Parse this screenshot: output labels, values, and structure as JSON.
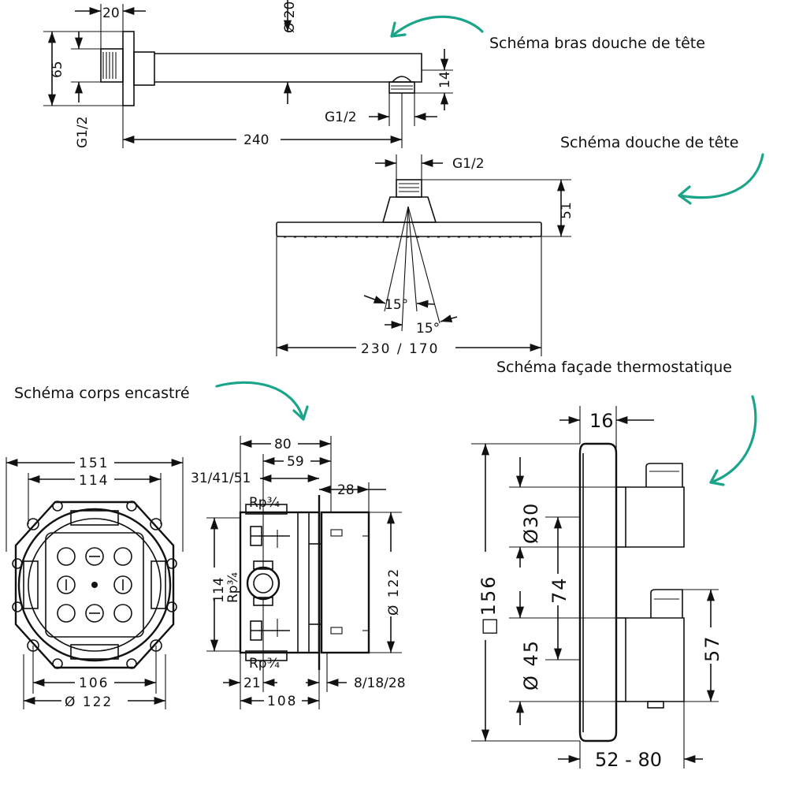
{
  "captions": {
    "arm": "Schéma bras douche de tête",
    "head": "Schéma douche de tête",
    "facade": "Schéma façade thermostatique",
    "body": "Schéma corps encastré"
  },
  "arm": {
    "d20": "20",
    "dia20": "Ø 20",
    "d65": "65",
    "g12_left": "G1/2",
    "d14": "14",
    "g12_outlet": "G1/2",
    "d240": "240"
  },
  "head": {
    "g12": "G1/2",
    "d51": "51",
    "angle1": "15°",
    "angle2": "15°",
    "width": "230 / 170"
  },
  "body_front": {
    "d151": "151",
    "d114": "114",
    "d106": "106",
    "dia122": "Ø 122"
  },
  "body_side": {
    "d80": "80",
    "d59": "59",
    "d31": "31/41/51",
    "d28": "28",
    "rp_top": "Rp¾",
    "rp_left": "Rp¾",
    "rp_bottom": "Rp¾",
    "d114": "114",
    "dia122": "Ø 122",
    "d21": "21",
    "d108": "108",
    "d8": "8/18/28"
  },
  "facade": {
    "d16": "16",
    "sq156": "□156",
    "dia30": "Ø30",
    "d74": "74",
    "dia45": "Ø 45",
    "d57": "57",
    "d52": "52 - 80"
  }
}
